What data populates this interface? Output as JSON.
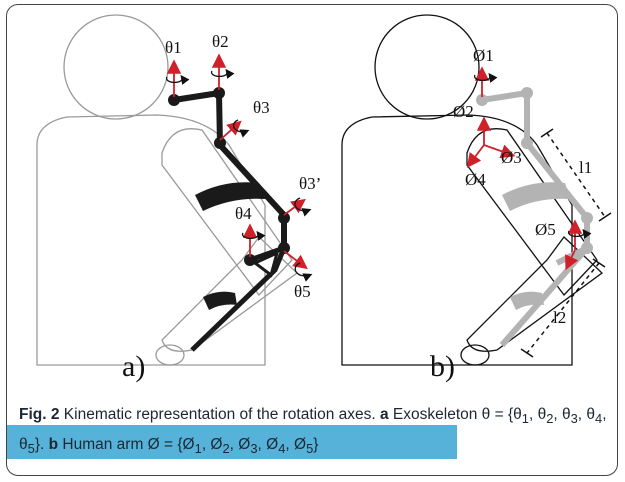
{
  "panels": {
    "a_label": "a)",
    "b_label": "b)"
  },
  "exoskeleton_labels": {
    "theta1": "θ1",
    "theta2": "θ2",
    "theta3": "θ3",
    "theta3p": "θ3’",
    "theta4": "θ4",
    "theta5": "θ5"
  },
  "human_labels": {
    "phi1": "Ø1",
    "phi2": "Ø2",
    "phi3": "Ø3",
    "phi4": "Ø4",
    "phi5": "Ø5",
    "l1": "l1",
    "l2": "l2"
  },
  "caption": {
    "fig": "Fig. 2",
    "text1": " Kinematic representation of the rotation axes. ",
    "a": "a",
    "text2": " Exoskeleton θ = {θ",
    "b": "b",
    "text3": " Human arm Ø = {Ø"
  },
  "colors": {
    "exo": "#1a1a1a",
    "human_links": "#b3b3b3",
    "body_outline_a": "#9a9a9a",
    "arrow_red": "#d0202a",
    "caption_highlight": "#56b2d8"
  }
}
